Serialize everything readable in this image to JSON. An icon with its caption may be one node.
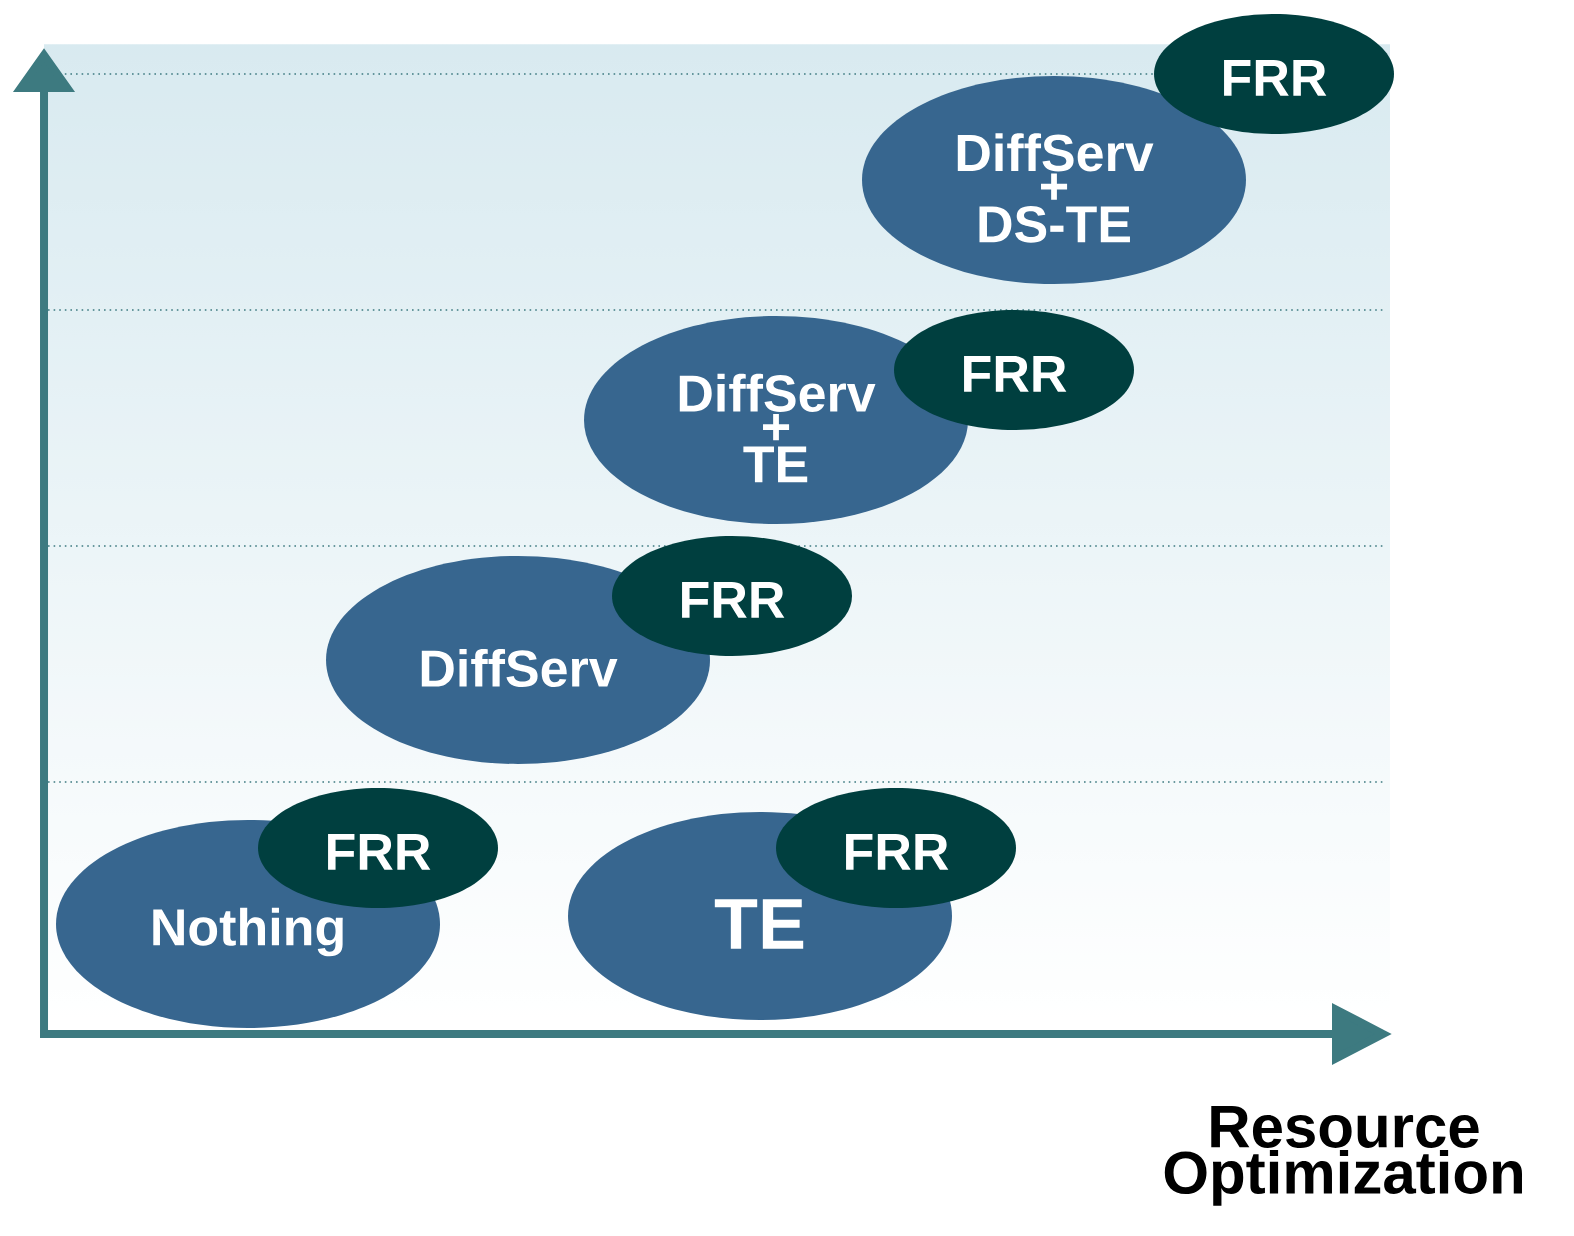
{
  "diagram": {
    "nodes": [
      {
        "text": [
          "DiffServ + DS-TE"
        ]
      },
      {
        "text": [
          "FRR"
        ]
      },
      {
        "text": [
          "DiffServ + TE"
        ]
      },
      {
        "text": [
          "FRR"
        ]
      },
      {
        "text": [
          "DiffServ"
        ]
      },
      {
        "text": [
          "FRR"
        ]
      },
      {
        "text": [
          "Nothing"
        ]
      },
      {
        "text": [
          "FRR"
        ]
      },
      {
        "text": [
          "TE"
        ]
      },
      {
        "text": [
          "FRR"
        ]
      }
    ],
    "labels": [
      "Resource Optimization"
    ]
  }
}
